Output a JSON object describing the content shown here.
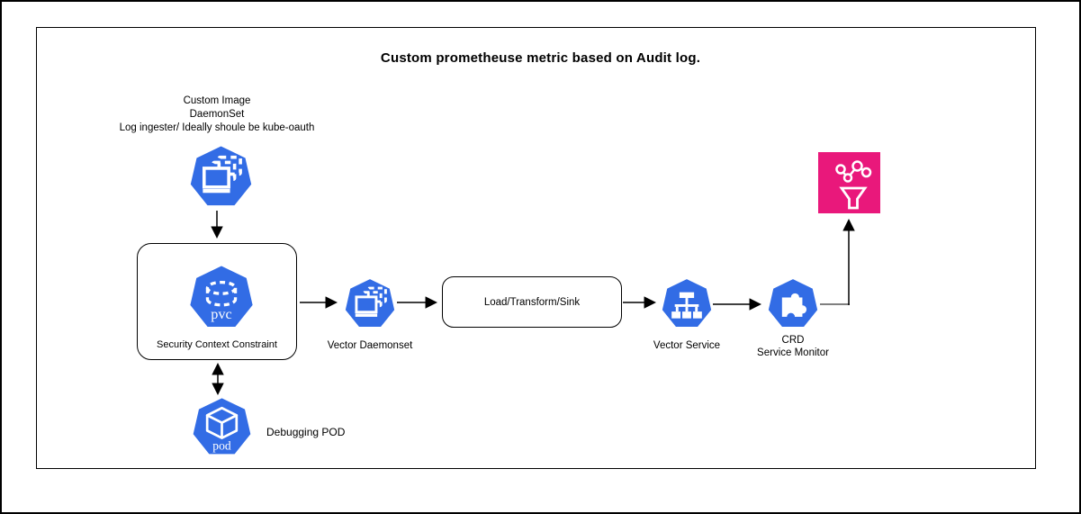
{
  "diagram": {
    "title": "Custom prometheuse metric based on Audit log.",
    "note_lines": [
      "Custom Image",
      "DaemonSet",
      "Log ingester/ Ideally shoule be kube-oauth"
    ],
    "nodes": {
      "custom_image_daemonset": {
        "icon": "daemonset-icon"
      },
      "security_context_constraint": {
        "label": "Security Context Constraint",
        "icon": "pvc-icon",
        "icon_text": "pvc"
      },
      "vector_daemonset": {
        "label": "Vector Daemonset",
        "icon": "daemonset-icon"
      },
      "load_transform_sink": {
        "label": "Load/Transform/Sink"
      },
      "vector_service": {
        "label": "Vector Service",
        "icon": "service-icon"
      },
      "crd_service_monitor": {
        "label_line1": "CRD",
        "label_line2": "Service Monitor",
        "icon": "crd-puzzle-icon"
      },
      "metrics_collector": {
        "icon": "metrics-funnel-icon"
      },
      "debugging_pod": {
        "label": "Debugging POD",
        "icon": "pod-icon",
        "icon_text": "pod"
      }
    },
    "colors": {
      "kubernetes_blue": "#326CE5",
      "metrics_pink": "#E9187B",
      "arrow_black": "#000000",
      "arrow_gray": "#808080"
    }
  }
}
